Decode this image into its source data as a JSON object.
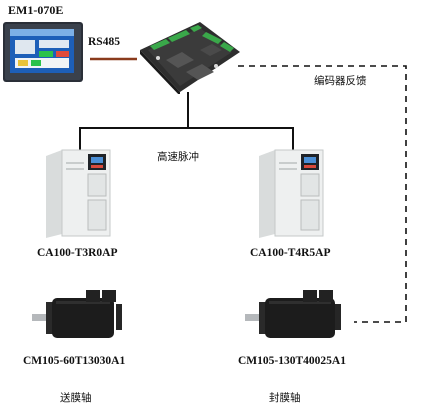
{
  "hmi": {
    "model": "EM1-070E"
  },
  "link": {
    "rs485": "RS485"
  },
  "feedback": {
    "label": "编码器反馈"
  },
  "pulse": {
    "label": "高速脉冲"
  },
  "drives": [
    {
      "model": "CA100-T3R0AP"
    },
    {
      "model": "CA100-T4R5AP"
    }
  ],
  "motors": [
    {
      "model": "CM105-60T13030A1",
      "axis": "送膜轴"
    },
    {
      "model": "CM105-130T40025A1",
      "axis": "封膜轴"
    }
  ],
  "colors": {
    "rs485_link": "#8a3b1c",
    "hmi_frame": "#2a2f38",
    "hmi_screen": "#1d5fb8",
    "drive_body": "#eef0f0",
    "motor_body": "#1c1c1c"
  }
}
